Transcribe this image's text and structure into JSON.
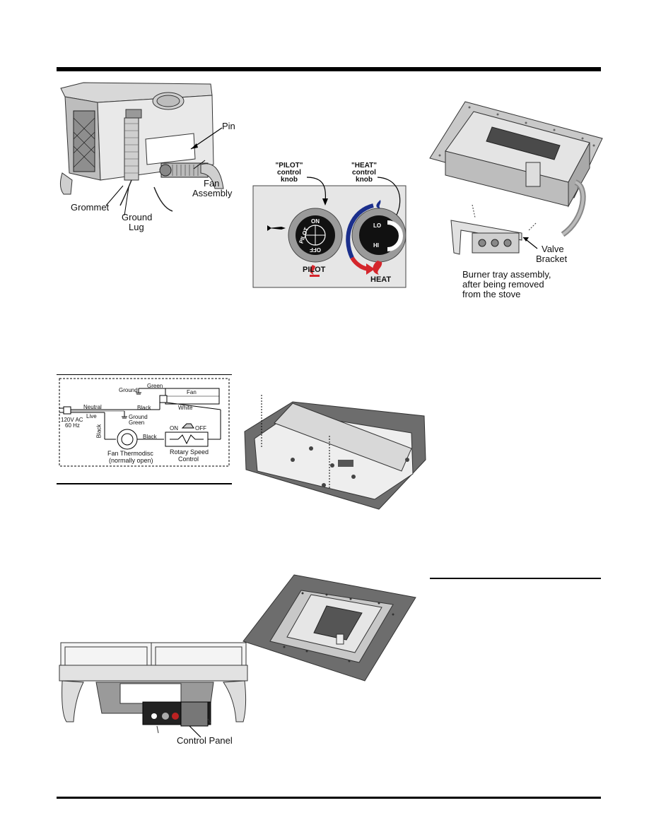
{
  "fan_figure": {
    "labels": {
      "pin": "Pin",
      "fan_assembly_line1": "Fan",
      "fan_assembly_line2": "Assembly",
      "grommet": "Grommet",
      "ground_lug_line1": "Ground",
      "ground_lug_line2": "Lug"
    }
  },
  "knob_figure": {
    "pilot_knob_title": [
      "\"PILOT\"",
      "control",
      "knob"
    ],
    "heat_knob_title": [
      "\"HEAT\"",
      "control",
      "knob"
    ],
    "pilot_knob_text": {
      "top": "ON",
      "left": "PILOT",
      "bottom": "OFF"
    },
    "heat_knob_text": {
      "lo": "LO",
      "hi": "HI"
    },
    "pilot_label": "PILOT",
    "heat_label": "HEAT"
  },
  "burner_figure": {
    "valve_bracket_line1": "Valve",
    "valve_bracket_line2": "Bracket",
    "caption_lines": [
      "Burner tray assembly,",
      "after being removed",
      "from the stove"
    ]
  },
  "wiring_diagram": {
    "ground_top": "Ground",
    "green_top": "Green",
    "fan": "Fan",
    "neutral": "Neutral",
    "black_top": "Black",
    "white": "White",
    "live": "Live",
    "ground_mid": "Ground",
    "green_mid": "Green",
    "supply_line1": "120V AC",
    "supply_line2": "60 Hz",
    "black_vertical": "Black",
    "black_lower": "Black",
    "on": "ON",
    "off": "OFF",
    "thermodisc_line1": "Fan Thermodisc",
    "thermodisc_line2": "(normally open)",
    "rotary_line1": "Rotary Speed",
    "rotary_line2": "Control"
  },
  "control_panel_figure": {
    "label": "Control Panel"
  }
}
